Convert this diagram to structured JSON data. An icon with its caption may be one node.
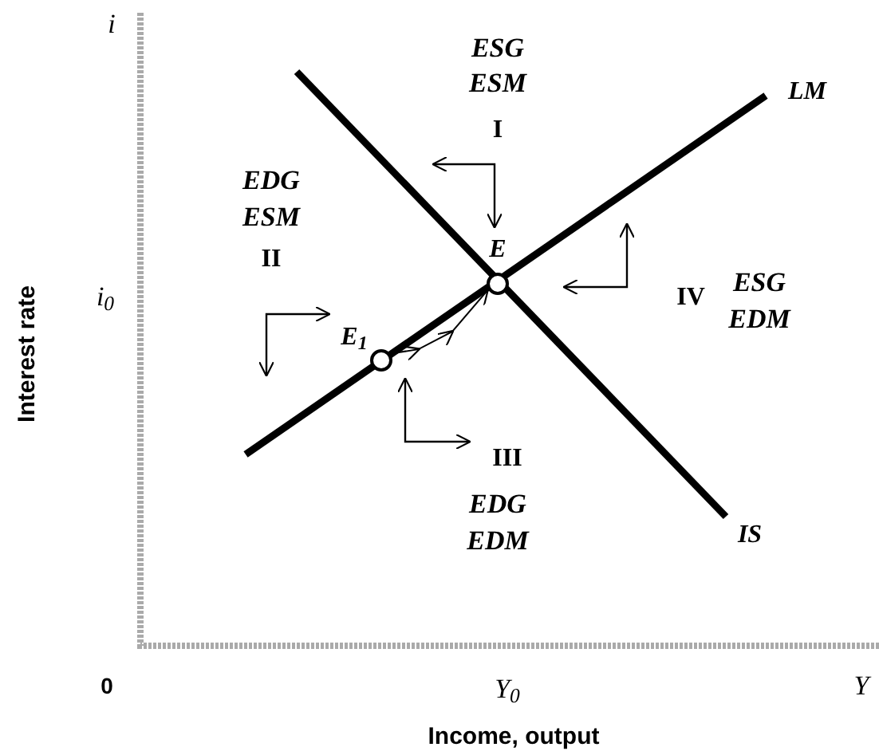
{
  "diagram": {
    "nodes": [
      {
        "text": [],
        "shape": "circle",
        "beside": [
          "E"
        ]
      },
      {
        "text": [],
        "shape": "circle",
        "beside": [
          "E$_{1}$"
        ]
      }
    ],
    "edges": [
      {
        "from": 1,
        "to": 0,
        "arrow": "to"
      }
    ],
    "labels": [
      "i",
      "ESG",
      "ESM",
      "LM",
      "I",
      "EDG",
      "ESM",
      "II",
      "i$_{0}$",
      "IV",
      "ESG",
      "EDM",
      "III",
      "EDG",
      "EDM",
      "IS",
      "Interest rate",
      "0",
      "Y$_{0}$",
      "Y",
      "Income, output"
    ]
  }
}
